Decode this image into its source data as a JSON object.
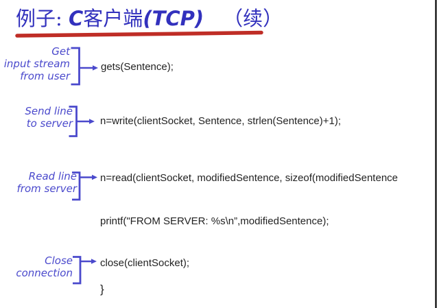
{
  "slide": {
    "title": {
      "prefix": "例子: ",
      "c_lang": "C",
      "client_cn": "客户端",
      "tcp": "(TCP)",
      "continued": "（续）"
    },
    "colors": {
      "title_blue": "#3231bd",
      "label_blue": "#4a49cc",
      "underline_red": "#bf2d26",
      "code_color": "#222222",
      "border_black": "#000000"
    },
    "annotations": [
      {
        "label_lines": [
          "Get",
          "input stream",
          "from user"
        ],
        "code": "gets(Sentence);"
      },
      {
        "label_lines": [
          "Send line",
          "to server"
        ],
        "code": "n=write(clientSocket, Sentence, strlen(Sentence)+1);"
      },
      {
        "label_lines": [
          "Read line",
          "from server"
        ],
        "code": "n=read(clientSocket, modifiedSentence, sizeof(modifiedSentence"
      },
      {
        "label_lines": [
          "Close",
          "connection"
        ],
        "code": "close(clientSocket);"
      }
    ],
    "loose_code": {
      "printf_line": "printf(\"FROM SERVER: %s\\n”,modifiedSentence);",
      "closing_brace": "}"
    }
  }
}
